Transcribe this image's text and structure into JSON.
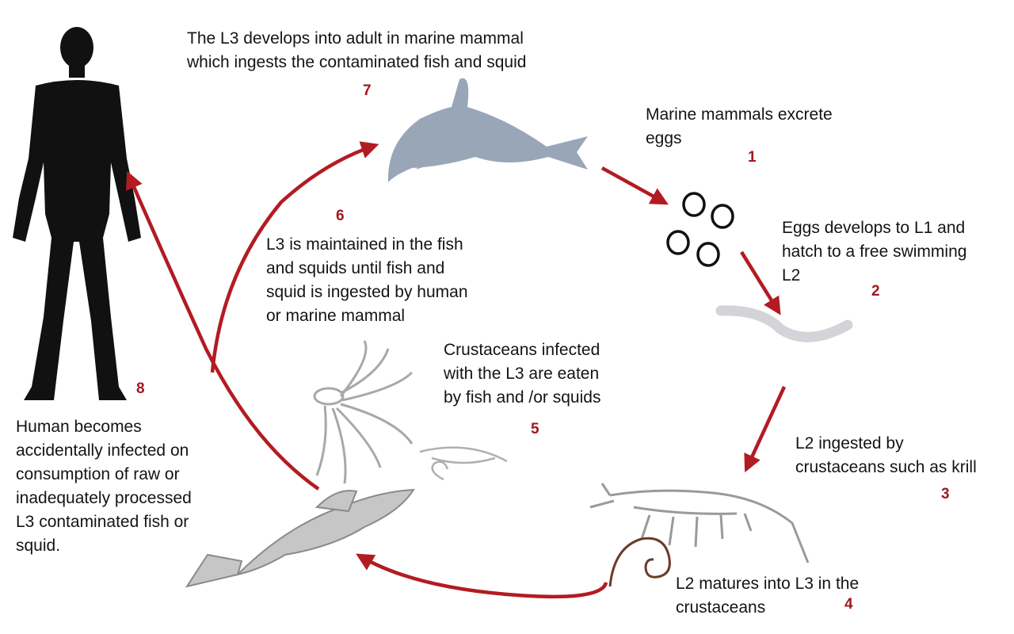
{
  "diagram": {
    "colors": {
      "arrow": "#b31b22",
      "number": "#a01820",
      "text": "#141414",
      "human": "#111111",
      "dolphin": "#98a6b8",
      "eggs": "#111111",
      "organisms": "#9a9a9a"
    },
    "icons": [
      "human-silhouette",
      "dolphin",
      "eggs",
      "larva",
      "krill",
      "squid",
      "shrimp",
      "fish",
      "l3-larva"
    ],
    "steps": [
      {
        "number": "1",
        "text": "Marine mammals excrete\neggs"
      },
      {
        "number": "2",
        "text": "Eggs develops to L1 and\nhatch to a free swimming\nL2"
      },
      {
        "number": "3",
        "text": "L2 ingested by\ncrustaceans such as krill"
      },
      {
        "number": "4",
        "text": "L2 matures into L3 in the\ncrustaceans"
      },
      {
        "number": "5",
        "text": "Crustaceans infected\nwith the L3 are eaten\nby fish and /or squids"
      },
      {
        "number": "6",
        "text": "L3 is maintained in the fish\nand squids  until fish and\nsquid is ingested by human\nor marine mammal"
      },
      {
        "number": "7",
        "text": "The L3 develops into adult in marine mammal\nwhich ingests the contaminated fish and squid"
      },
      {
        "number": "8",
        "text": "Human becomes\naccidentally infected on\nconsumption of raw or\ninadequately processed\nL3 contaminated  fish or\nsquid."
      }
    ]
  }
}
